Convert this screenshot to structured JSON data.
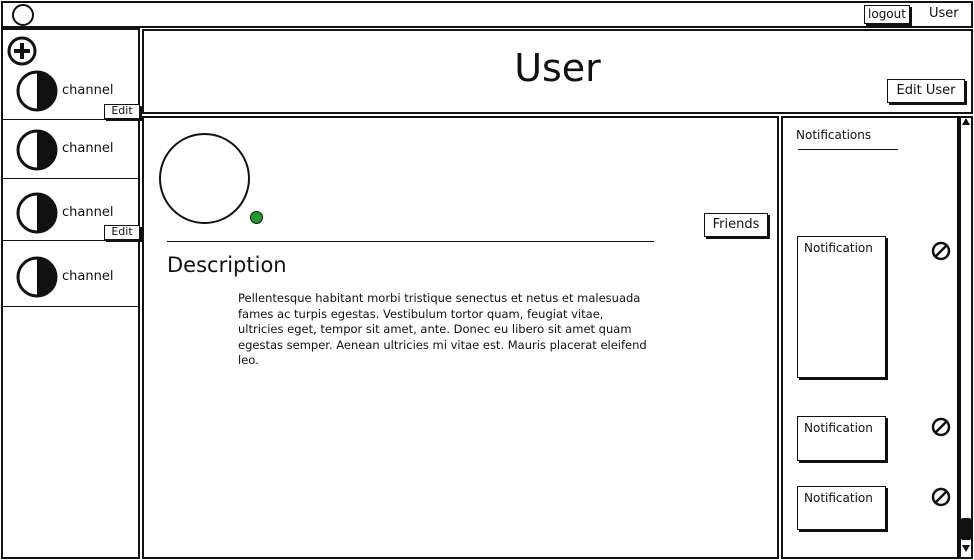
{
  "topbar": {
    "logout_label": "logout",
    "user_label": "User"
  },
  "sidebar": {
    "add_icon": "plus-circle-icon",
    "channels": [
      {
        "label": "channel",
        "edit_label": "Edit",
        "icon": "half-moon-icon"
      },
      {
        "label": "channel",
        "icon": "half-moon-icon"
      },
      {
        "label": "channel",
        "edit_label": "Edit",
        "icon": "half-moon-icon"
      },
      {
        "label": "channel",
        "icon": "half-moon-icon"
      }
    ]
  },
  "header": {
    "title": "User",
    "edit_user_label": "Edit User"
  },
  "profile": {
    "status_color": "#1f9a2e",
    "friends_label": "Friends",
    "description_heading": "Description",
    "description_text": "Pellentesque habitant morbi tristique senectus et netus et malesuada fames ac turpis egestas. Vestibulum tortor quam, feugiat vitae, ultricies eget, tempor sit amet, ante. Donec eu libero sit amet quam egestas semper. Aenean ultricies mi vitae est. Mauris placerat eleifend leo."
  },
  "notifications": {
    "title": "Notifications",
    "items": [
      {
        "label": "Notification",
        "dismiss_icon": "block-icon"
      },
      {
        "label": "Notification",
        "dismiss_icon": "block-icon"
      },
      {
        "label": "Notification",
        "dismiss_icon": "block-icon"
      }
    ]
  }
}
